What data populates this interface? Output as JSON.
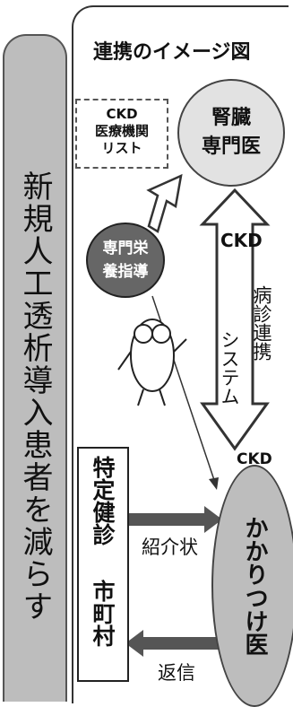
{
  "banner": {
    "text": "新規人工透析導入患者を減らす"
  },
  "panel": {
    "title": "連携のイメージ図",
    "ckd_list": [
      "CKD",
      "医療機関",
      "リスト"
    ],
    "specialist": [
      "腎臓",
      "専門医"
    ],
    "nutrition": [
      "専門栄",
      "養指導"
    ],
    "ckd_label_top": "CKD",
    "ckd_label_bottom": "CKD",
    "byoshin": "病診連携",
    "system": "システム",
    "tokutei_top": "特定健診",
    "tokutei_bottom": "市町村",
    "family_doctor": "かかりつけ医",
    "shokaijo": "紹介状",
    "henshin": "返信"
  },
  "colors": {
    "banner": "#bdbdbd",
    "specialist_circle": "#e2e2e2",
    "nutrition_circle": "#666666",
    "family_doctor_circle": "#bdbdbd",
    "arrow_dark": "#555555"
  }
}
